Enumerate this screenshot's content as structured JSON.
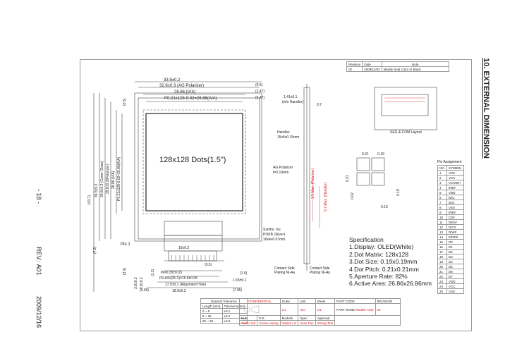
{
  "page": {
    "section_title": "10. EXTERNAL DIMENSION",
    "page_number": "- 18 -",
    "rev_label": "REV.: A01",
    "date": "2009/12/16"
  },
  "revision_table": {
    "headers": [
      "Revision",
      "Date",
      "Note"
    ],
    "row": [
      "02",
      "2009/12/03",
      "Modify Seal Color to Black"
    ]
  },
  "drawing": {
    "display_label": "128x128 Dots(1.5\")",
    "dims": {
      "d1": "33.8±0.2",
      "d2": "32.8±0.3 (AG Polarizer)",
      "d3": "28.86 (V/A)",
      "d4": "P0.21x128-0.02=26.86(A/A)",
      "d5": "(0.5)",
      "d6": "(2.47)",
      "d7": "(3.47)",
      "d8": "(0.5)",
      "d9": "1.41±0.1",
      "d10": "(w/o Handler)",
      "d11": "0.7",
      "d12": "Handler",
      "d13": "15x5x0.15mm",
      "d14": "AG Polarizer",
      "d15": "t=0.19mm",
      "d16": "Symbo. Inc",
      "d17": "POKB (Silver)",
      "d18": "16x4x0.07mm",
      "d19": "1.5 Max. (Polarizer)",
      "d20": "5.7 Max. (Handler)",
      "pin1": "Pin 1",
      "w1": "16±0.2",
      "w2": "W=0.35±0.03",
      "w3": "P0.65x(25-1)=15.6±0.05",
      "w4": "17.5±0.1 (Alignment Hole)",
      "w5": "18.9±0.3",
      "w6": "(6.65)",
      "w7": "(7.95)",
      "w8": "1.65±0.1",
      "w9": "(1.5)",
      "w10": "(0.5)",
      "contact1": "Contact Side Plating Ni-Au",
      "contact2": "Contact Side Plating Ni-Au",
      "v1": "(43.7)",
      "v2": "36.5±0.2",
      "v3": "30.8±0.2 (Cover Glass)",
      "v4": "29.8±0.3(Polarizer)",
      "v5": "28.86 (V/A)",
      "v6": "P0.21x128-0.02=26.86(A/A)",
      "v7": "(7.2)",
      "v8": "(3.9)",
      "v9": "3.8±0.2",
      "v10": "2.8±0.2",
      "v11": "(1.2)",
      "v12": "(0.5)",
      "pix1": "0.21",
      "pix2": "0.19",
      "pix3": "0.21",
      "pix4": "0.02",
      "pix5": "0.19",
      "pix6": "0.10"
    },
    "layout_label": "SEG & COM Layout"
  },
  "specification": {
    "title": "Specification",
    "lines": [
      "1.Display: OLED(White)",
      "2.Dot Matrix: 128x128",
      "3.Dot Size: 0.19x0.19mm",
      "4.Dot Pitch: 0.21x0.21mm",
      "5.Aperture Rate: 82%",
      "6.Active Area: 26.86x26.86mm"
    ]
  },
  "pin_table": {
    "title": "Pin Assignment",
    "headers": [
      "NO.",
      "SYMBOL"
    ],
    "rows": [
      [
        "1",
        "VSS"
      ],
      [
        "2",
        "VCC"
      ],
      [
        "3",
        "VCOMH"
      ],
      [
        "4",
        "IREF"
      ],
      [
        "5",
        "VDD"
      ],
      [
        "6",
        "BS1"
      ],
      [
        "7",
        "BS2"
      ],
      [
        "8",
        "VSS"
      ],
      [
        "9",
        "IREF"
      ],
      [
        "10",
        "CS#"
      ],
      [
        "11",
        "RES#"
      ],
      [
        "12",
        "D/C#"
      ],
      [
        "13",
        "R/W#"
      ],
      [
        "14",
        "E/RD#"
      ],
      [
        "15",
        "D0"
      ],
      [
        "16",
        "D1"
      ],
      [
        "17",
        "D2"
      ],
      [
        "18",
        "D3"
      ],
      [
        "19",
        "D4"
      ],
      [
        "20",
        "D5"
      ],
      [
        "21",
        "D6"
      ],
      [
        "22",
        "D7"
      ],
      [
        "23",
        "VDD"
      ],
      [
        "24",
        "VCC"
      ],
      [
        "25",
        "VSS"
      ]
    ]
  },
  "tolerance_table": {
    "title": "General Tolerance",
    "headers": [
      "Length (mm)",
      "Tolerance(mm)"
    ],
    "rows": [
      [
        "0 ~ 8",
        "±0.1"
      ],
      [
        "8 ~ 25",
        "±0.2"
      ],
      [
        "25 ~ 50",
        "±0.3"
      ]
    ]
  },
  "title_block": {
    "confidential": "CONFIDENTIAL",
    "headers": [
      "Scale",
      "Unit",
      "Sheet"
    ],
    "values": [
      "2:1",
      "mm",
      "1/1"
    ],
    "roles": [
      "M.E.",
      "E.E.",
      "Modelin",
      "Spec.",
      "Approval"
    ],
    "names": [
      "Turbo Yeh",
      "Kevan Huang",
      "Valiant Lin",
      "Irone Fan",
      "Strong Tsai"
    ],
    "part_code_label": "PART CODE",
    "part_name_label": "PART NAME",
    "part_name_value": "Module Assy",
    "revision_label": "REVISION",
    "revision_value": "02"
  }
}
